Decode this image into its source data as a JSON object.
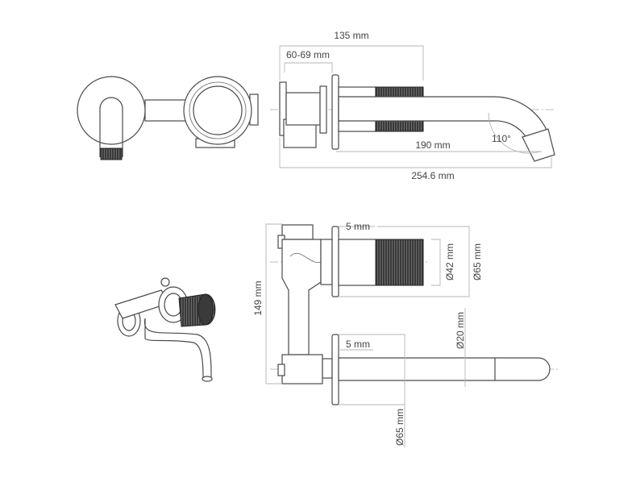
{
  "top_view": {
    "overall_depth": "135 mm",
    "wall_depth_range": "60-69 mm",
    "spout_length": "190 mm",
    "total_length": "254.6 mm",
    "spout_angle": "110°"
  },
  "side_view": {
    "height": "149 mm",
    "valve_flange_thickness": "5 mm",
    "spout_flange_thickness": "5 mm",
    "handle_diameter": "Ø42 mm",
    "valve_flange_diameter": "Ø65 mm",
    "spout_diameter": "Ø20 mm",
    "spout_flange_diameter": "Ø65 mm"
  },
  "colors": {
    "line": "#4a4a4a",
    "dimension": "#b5b5b5",
    "knurl": "#3a3a3a"
  }
}
